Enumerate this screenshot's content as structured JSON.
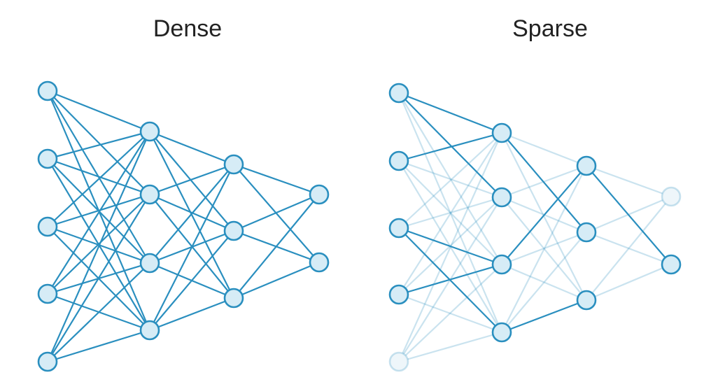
{
  "titles": {
    "dense": "Dense",
    "sparse": "Sparse"
  },
  "colors": {
    "edge": "#2a8fbf",
    "node_fill": "#d6ecf6",
    "node_stroke": "#2a8fbf",
    "faded_opacity": 0.25
  },
  "networks": {
    "dense": {
      "layer_sizes": [
        5,
        4,
        3,
        2
      ],
      "connectivity": "all",
      "inactive_nodes": []
    },
    "sparse": {
      "layer_sizes": [
        5,
        4,
        3,
        2
      ],
      "connectivity": "partial",
      "inactive_nodes": [
        [
          0,
          4
        ],
        [
          3,
          0
        ]
      ],
      "strong_edges": [
        [
          0,
          0,
          1,
          0
        ],
        [
          0,
          0,
          1,
          1
        ],
        [
          0,
          1,
          1,
          0
        ],
        [
          0,
          2,
          1,
          2
        ],
        [
          0,
          2,
          1,
          3
        ],
        [
          0,
          3,
          1,
          2
        ],
        [
          1,
          0,
          2,
          1
        ],
        [
          1,
          2,
          2,
          0
        ],
        [
          1,
          3,
          2,
          2
        ],
        [
          2,
          0,
          3,
          1
        ]
      ]
    }
  }
}
